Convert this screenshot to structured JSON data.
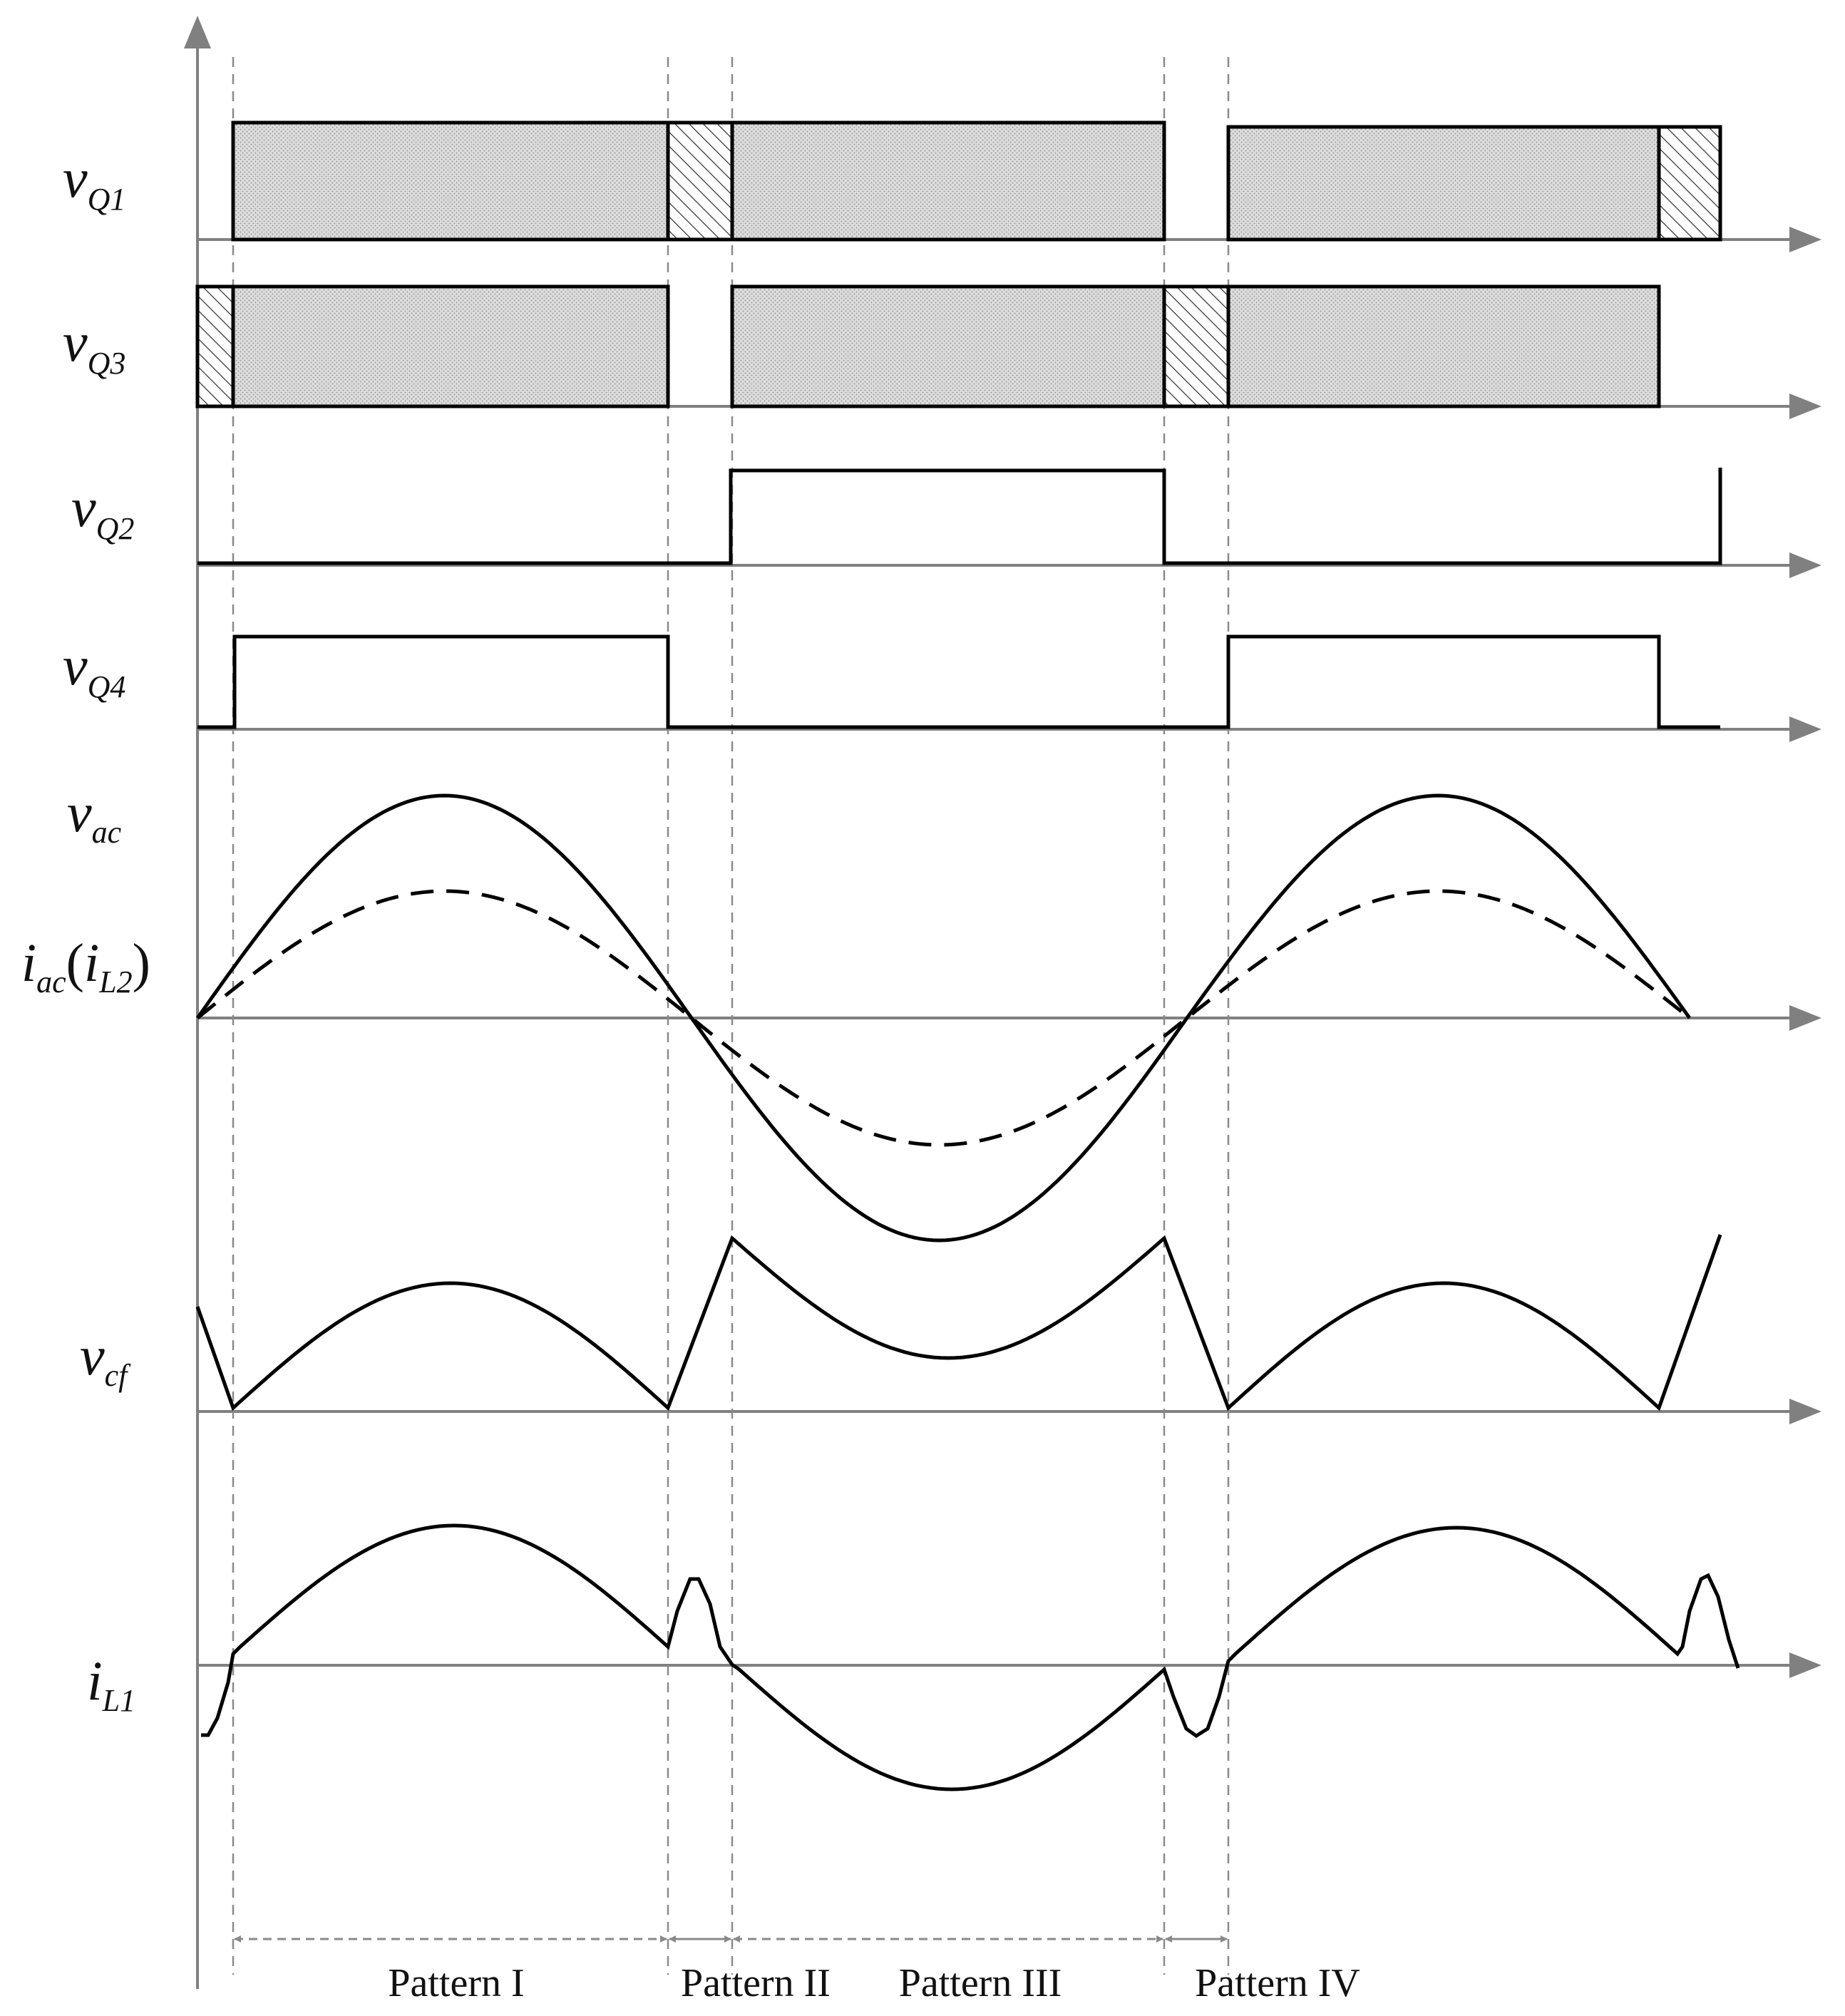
{
  "signals": {
    "vq1": {
      "main": "v",
      "sub": "Q1"
    },
    "vq3": {
      "main": "v",
      "sub": "Q3"
    },
    "vq2": {
      "main": "v",
      "sub": "Q2"
    },
    "vq4": {
      "main": "v",
      "sub": "Q4"
    },
    "vac": {
      "main": "v",
      "sub": "ac"
    },
    "iac": {
      "main": "i",
      "sub": "ac",
      "paren_open": "(",
      "inner_main": "i",
      "inner_sub": "L2",
      "paren_close": ")"
    },
    "vcf": {
      "main": "v",
      "sub": "cf"
    },
    "il1": {
      "main": "i",
      "sub": "L1"
    }
  },
  "patterns": [
    {
      "label": "Pattern I"
    },
    {
      "label": "Pattern II"
    },
    {
      "label": "Pattern III"
    },
    {
      "label": "Pattern IV"
    }
  ],
  "colors": {
    "axis": "#7f7f7f",
    "waveform": "#000000",
    "pulse_fill": "#d9d9d9",
    "guide": "#8a8a8a"
  }
}
